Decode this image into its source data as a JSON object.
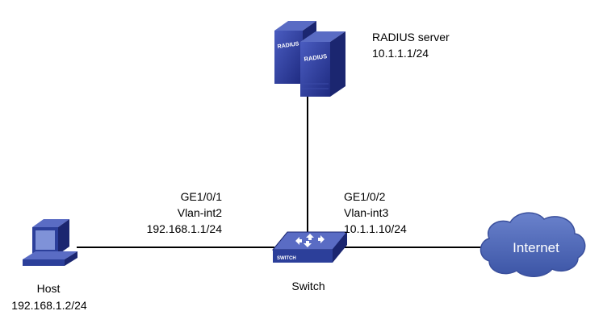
{
  "nodes": {
    "radius": {
      "name": "RADIUS server",
      "ip": "10.1.1.1/24",
      "chassis_text": "RADIUS"
    },
    "switch": {
      "name": "Switch",
      "chassis_text": "SWITCH"
    },
    "host": {
      "name": "Host",
      "ip": "192.168.1.2/24"
    },
    "internet": {
      "name": "Internet"
    }
  },
  "ports": {
    "left": {
      "port": "GE1/0/1",
      "vlan": "Vlan-int2",
      "ip": "192.168.1.1/24"
    },
    "right": {
      "port": "GE1/0/2",
      "vlan": "Vlan-int3",
      "ip": "10.1.1.10/24"
    }
  },
  "colors": {
    "device_blue": "#2c3f9a",
    "device_dark": "#1b2670",
    "device_light": "#5a6cc4",
    "cloud": "#4d66b3",
    "link": "#000000"
  }
}
